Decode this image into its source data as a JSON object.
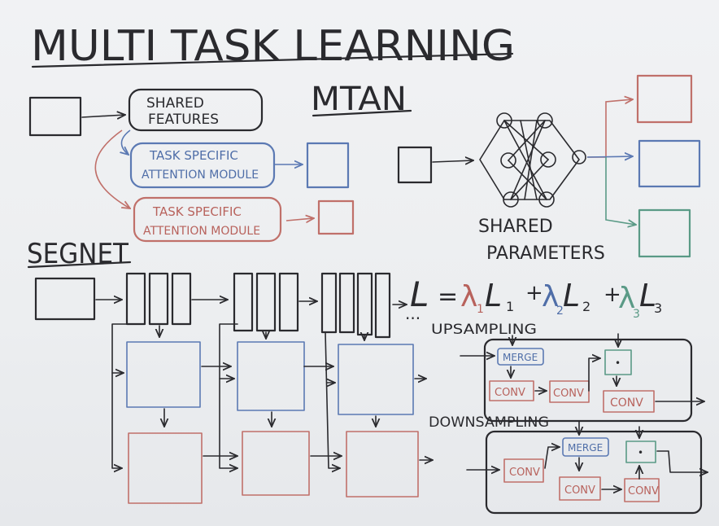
{
  "title": "MULTI TASK LEARNING",
  "mtan": {
    "heading": "MTAN",
    "shared_features": [
      "SHARED",
      "FEATURES"
    ],
    "attention_blue": [
      "TASK SPECIFIC",
      "ATTENTION MODULE"
    ],
    "attention_red": [
      "TASK SPECIFIC",
      "ATTENTION MODULE"
    ],
    "shared_parameters": [
      "SHARED",
      "PARAMETERS"
    ]
  },
  "segnet": {
    "heading": "SEGNET",
    "ellipsis": "..."
  },
  "loss": {
    "lhs": "L",
    "equals": "=",
    "terms": [
      {
        "plus": "",
        "lambda": "λ",
        "sub": "1",
        "L": "L",
        "lsub": "1"
      },
      {
        "plus": "+",
        "lambda": "λ",
        "sub": "2",
        "L": "L",
        "lsub": "2"
      },
      {
        "plus": "+",
        "lambda": "λ",
        "sub": "3",
        "L": "L",
        "lsub": "3"
      }
    ]
  },
  "upsampling": {
    "heading": "UPSAMPLING",
    "merge": "MERGE",
    "conv_a": "CONV",
    "conv_b": "CONV",
    "conv_c": "CONV",
    "dot": "•"
  },
  "downsampling": {
    "heading": "DOWNSAMPLING",
    "merge": "MERGE",
    "conv_a": "CONV",
    "conv_b": "CONV",
    "conv_c": "CONV",
    "dot": "•"
  },
  "colors": {
    "ink": "#2a2a2e",
    "blue": "#5b79b3",
    "red": "#c0706a",
    "green": "#5a9a86"
  }
}
